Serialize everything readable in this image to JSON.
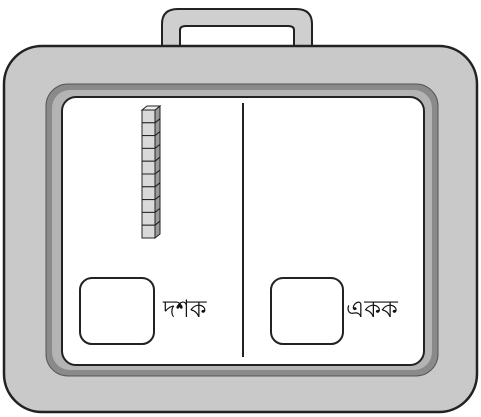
{
  "tens_label": "দশক",
  "ones_label": "একক",
  "tens_rod": {
    "units": 10
  },
  "answer_boxes": [
    "",
    ""
  ]
}
